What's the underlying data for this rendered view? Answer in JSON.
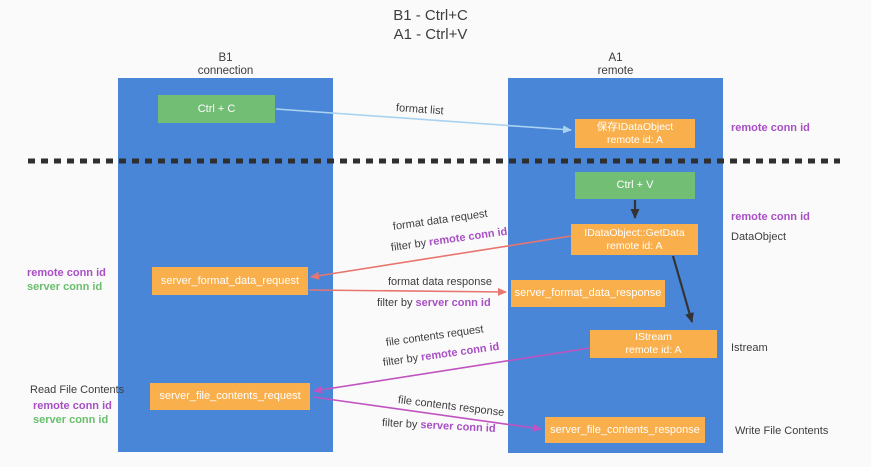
{
  "title": {
    "line1": "B1 - Ctrl+C",
    "line2": "A1 - Ctrl+V"
  },
  "columns": {
    "left": {
      "name": "B1",
      "role": "connection"
    },
    "right": {
      "name": "A1",
      "role": "remote"
    }
  },
  "boxes": {
    "ctrl_c": {
      "label": "Ctrl + C"
    },
    "ctrl_v": {
      "label": "Ctrl + V"
    },
    "save_idataobject": {
      "line1": "保存IDataObject",
      "line2": "remote id: A"
    },
    "idataobject_getdata": {
      "line1": "IDataObject::GetData",
      "line2": "remote id: A"
    },
    "istream": {
      "line1": "IStream",
      "line2": "remote id: A"
    },
    "server_format_data_request": {
      "label": "server_format_data_request"
    },
    "server_format_data_response": {
      "label": "server_format_data_response"
    },
    "server_file_contents_request": {
      "label": "server_file_contents_request"
    },
    "server_file_contents_response": {
      "label": "server_file_contents_response"
    }
  },
  "flow_labels": {
    "format_list": "format list",
    "format_data_request": "format data request",
    "filter_remote_1": {
      "prefix": "filter by ",
      "highlight": "remote conn id"
    },
    "format_data_response": "format data response",
    "filter_server_1": {
      "prefix": "filter by ",
      "highlight": "server conn id"
    },
    "file_contents_request": "file contents request",
    "filter_remote_2": {
      "prefix": "filter by ",
      "highlight": "remote conn id"
    },
    "file_contents_response": "file contents response",
    "filter_server_2": {
      "prefix": "filter by ",
      "highlight": "server conn id"
    }
  },
  "side_labels": {
    "right_remote_conn_id_top": "remote conn id",
    "right_remote_conn_id_mid": "remote conn id",
    "dataobject": "DataObject",
    "istream": "Istream",
    "write_file_contents": "Write File Contents",
    "left_remote_conn_id_mid": "remote conn id",
    "left_server_conn_id_mid": "server conn id",
    "read_file_contents": "Read File Contents",
    "left_remote_conn_id_bottom": "remote conn id",
    "left_server_conn_id_bottom": "server conn id"
  },
  "colors": {
    "column_blue": "#4A86D8",
    "box_green": "#72BE75",
    "box_orange": "#F9AF4B",
    "arrow_salmon": "#E8756F",
    "arrow_magenta": "#C153C1",
    "arrow_lightblue": "#A9D3F0",
    "text_purple": "#A84FC5",
    "text_green": "#69BE6C",
    "text_dark": "#3D3D3D"
  }
}
